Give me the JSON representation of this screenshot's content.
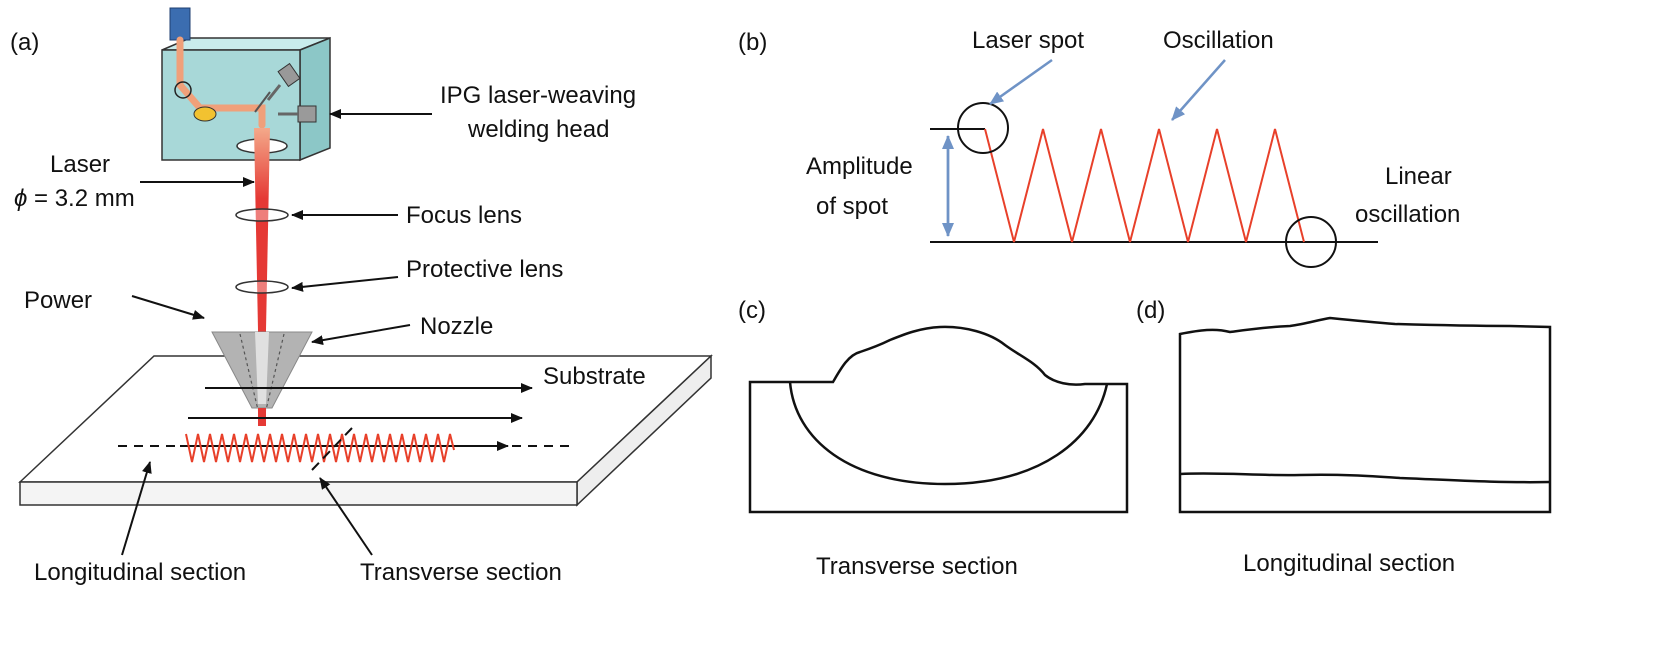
{
  "panels": {
    "a": "(a)",
    "b": "(b)",
    "c": "(c)",
    "d": "(d)"
  },
  "labels_a": {
    "head_line1": "IPG laser-weaving",
    "head_line2": "welding head",
    "laser": "Laser",
    "phi": "ϕ",
    "phi_value": " = 3.2 mm",
    "focus_lens": "Focus lens",
    "protective_lens": "Protective lens",
    "power": "Power",
    "nozzle": "Nozzle",
    "substrate": "Substrate",
    "longitudinal": "Longitudinal section",
    "transverse": "Transverse section"
  },
  "labels_b": {
    "laser_spot": "Laser spot",
    "oscillation": "Oscillation",
    "amplitude_line1": "Amplitude",
    "amplitude_line2": "of spot",
    "linear_line1": "Linear",
    "linear_line2": "oscillation"
  },
  "labels_c": {
    "caption": "Transverse section"
  },
  "labels_d": {
    "caption": "Longitudinal section"
  },
  "colors": {
    "laser_beam": "#e53935",
    "oscillation_line": "#e8402a",
    "pointer_arrow": "#6f93c6",
    "head_box": "#a8d8d8",
    "nozzle": "#b0b0b0",
    "fiber": "#f0a07a"
  }
}
